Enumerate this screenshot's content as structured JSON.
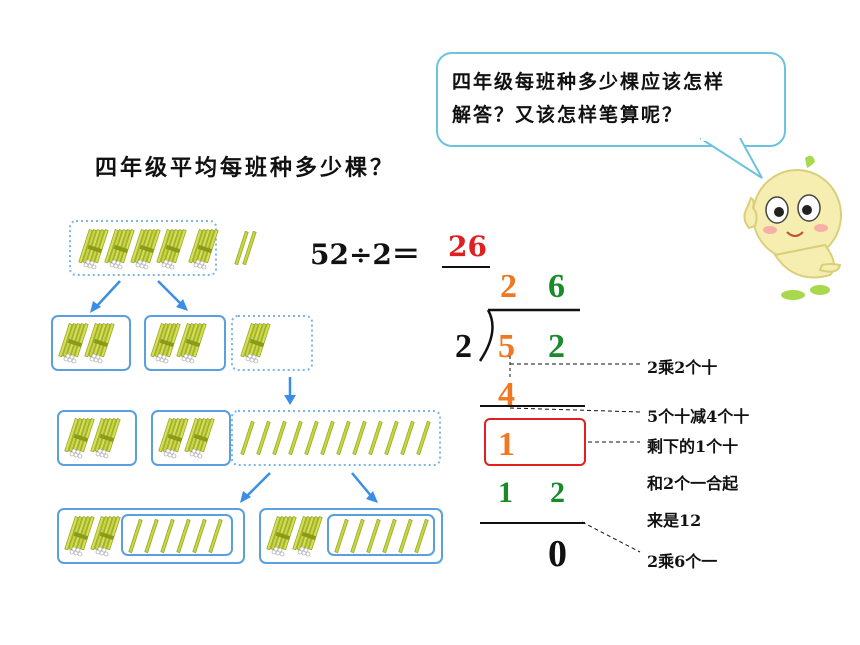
{
  "question": "四年级平均每班种多少棵？",
  "bubble": {
    "line1": "四年级每班种多少棵应该怎样",
    "line2": "解答？又该怎样笔算呢？"
  },
  "equation": {
    "expression": "52÷2＝",
    "answer": "26"
  },
  "long_division": {
    "divisor": "2",
    "quotient": [
      "2",
      "6"
    ],
    "dividend": [
      "5",
      "2"
    ],
    "first_product": "4",
    "first_remainder": "1",
    "brought_down": [
      "1",
      "2"
    ],
    "final_remainder": "0"
  },
  "notes": {
    "note1": "2乘2个十",
    "note2": "5个十减4个十",
    "note3_line1": "剩下的1个十",
    "note3_line2": "和2个一合起",
    "note3_line3": "来是12",
    "note4": "2乘6个一"
  },
  "colors": {
    "orange": "#f07820",
    "green": "#1a8a2a",
    "red": "#e02020",
    "box_blue": "#5aa0e0",
    "arrow_blue": "#3a8ee6",
    "stick_yellow": "#c8d640"
  },
  "icons": [
    "bundle-of-ten-sticks-icon",
    "single-stick-icon",
    "mascot-icon",
    "arrow-icon"
  ]
}
